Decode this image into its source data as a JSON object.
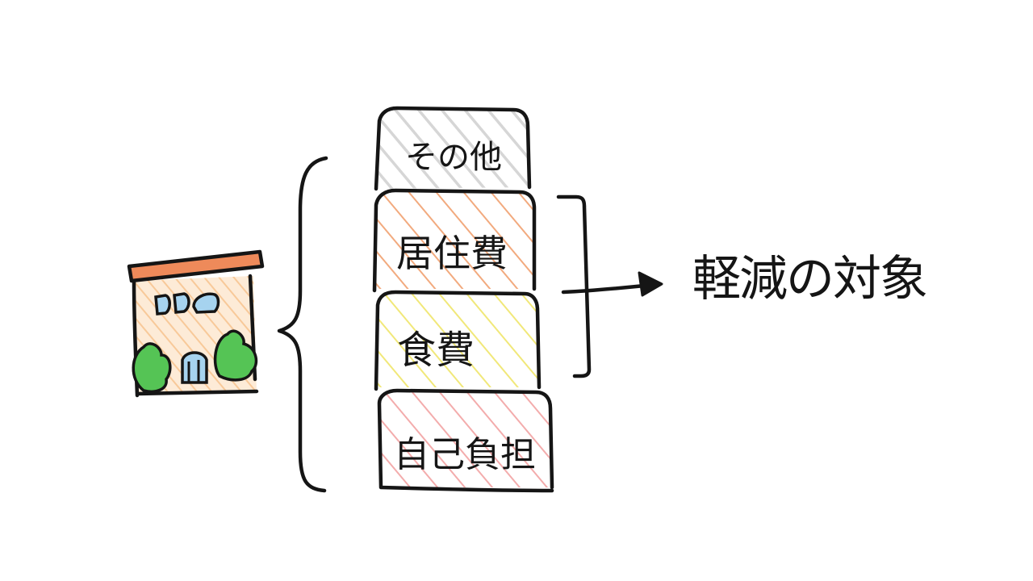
{
  "blocks": [
    {
      "key": "other",
      "label": "その他",
      "hatch_color": "#cfcfcf"
    },
    {
      "key": "housing",
      "label": "居住費",
      "hatch_color": "#f0a070"
    },
    {
      "key": "food",
      "label": "食費",
      "hatch_color": "#efe56a"
    },
    {
      "key": "copay",
      "label": "自己負担",
      "hatch_color": "#f2a3a3"
    }
  ],
  "result": {
    "label": "軽減の対象"
  },
  "colors": {
    "ink": "#151515",
    "roof": "#ee8a5a",
    "wall": "#fbd7ad",
    "window": "#a6d3ef",
    "door": "#a6d3ef",
    "bush": "#55c455"
  },
  "icons": {
    "facility": "care-facility-building-icon"
  }
}
